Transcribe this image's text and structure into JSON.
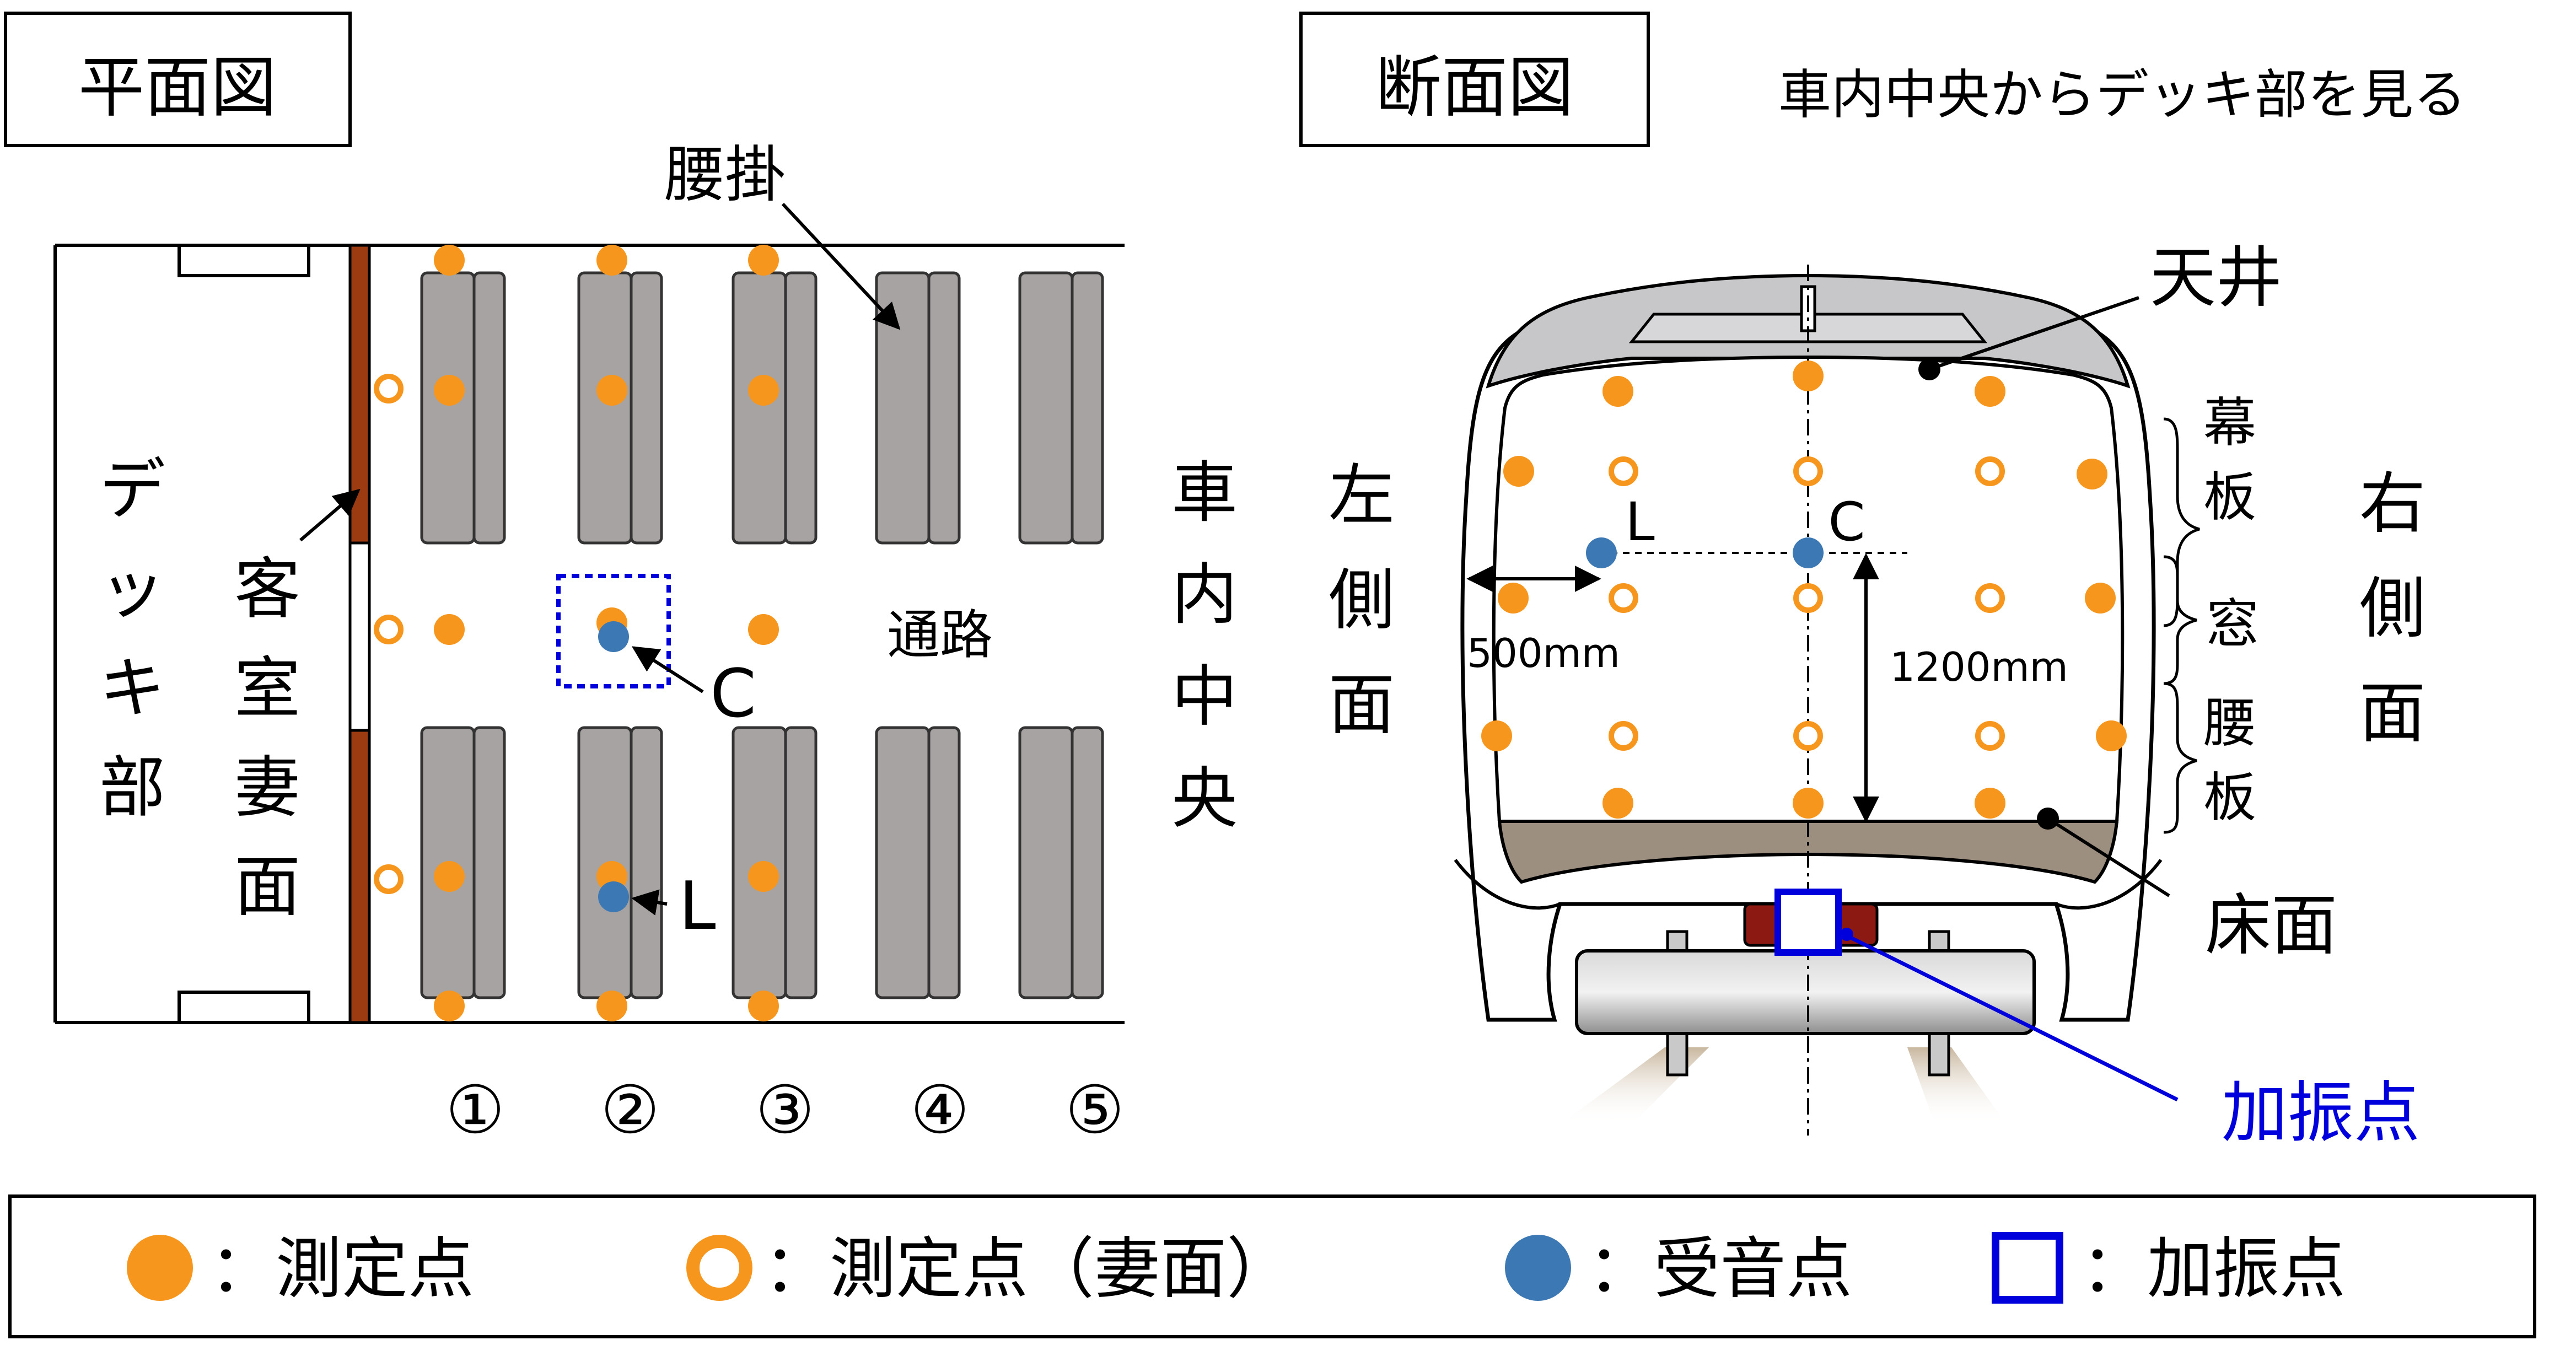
{
  "colors": {
    "measure_point": "#f7961c",
    "receiver_point": "#3c78b4",
    "excitation_point": "#0000dd",
    "seat_fill": "#a6a3a2",
    "wall_fill": "#9c3a12",
    "floor_fill": "#9c8f7f",
    "roof_fill": "#c7c7c9"
  },
  "plan": {
    "title": "平面図",
    "deck_label": "デッキ部",
    "end_wall_label": "客室妻面",
    "aisle_label": "通路",
    "center_label": "車内中央",
    "seat_label": "腰掛",
    "point_c": "C",
    "point_l": "L",
    "rows": [
      "①",
      "②",
      "③",
      "④",
      "⑤"
    ]
  },
  "section": {
    "title": "断面図",
    "subtitle": "車内中央からデッキ部を見る",
    "ceiling_label": "天井",
    "left_side_label": "左側面",
    "right_side_label": "右側面",
    "upper_panel_label": "幕板",
    "window_label": "窓",
    "lower_panel_label": "腰板",
    "floor_label": "床面",
    "excitation_label": "加振点",
    "point_l": "L",
    "point_c": "C",
    "dim_horizontal": "500mm",
    "dim_vertical": "1200mm"
  },
  "legend": {
    "measure": "：測定点",
    "measure_end_wall": "：測定点（妻面）",
    "receiver": "：受音点",
    "excitation": "：加振点"
  }
}
